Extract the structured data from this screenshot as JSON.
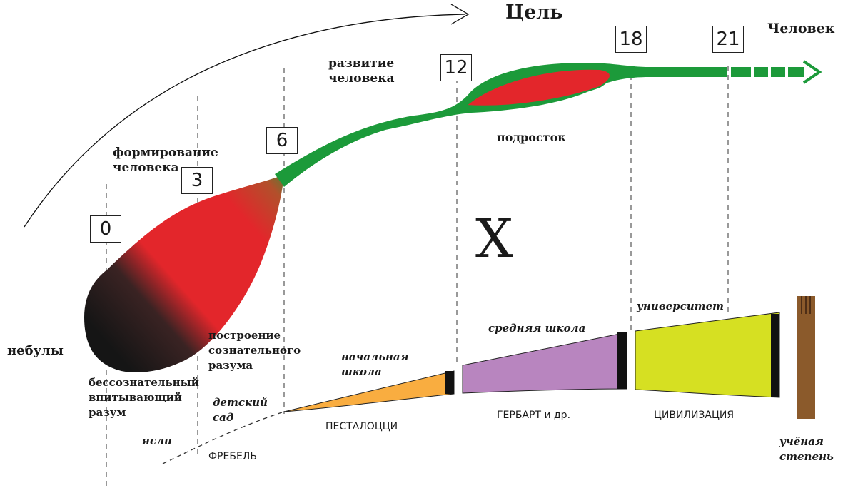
{
  "goal": "Цель",
  "human": "Человек",
  "stages": {
    "nebula": "небулы",
    "formation": [
      "формирование",
      "человека"
    ],
    "development": [
      "развитие",
      "человека"
    ],
    "teen": "подросток",
    "unconscious": [
      "бессознательный",
      "впитывающий",
      "разум"
    ],
    "conscious": [
      "построение",
      "сознательного",
      "разума"
    ]
  },
  "ages": [
    "0",
    "3",
    "6",
    "12",
    "18",
    "21"
  ],
  "schools": {
    "nursery": "ясли",
    "kindergarten": [
      "детский",
      "сад"
    ],
    "primary": [
      "начальная",
      "школа"
    ],
    "secondary": "средняя школа",
    "university": "университет",
    "degree": [
      "учёная",
      "степень"
    ]
  },
  "educators": {
    "froebel": "ФРЕБЕЛЬ",
    "pestalozzi": "ПЕСТАЛОЦЦИ",
    "herbart": "ГЕРБАРТ и др.",
    "civilization": "ЦИВИЛИЗАЦИЯ"
  },
  "center_mark": "X",
  "colors": {
    "green": "#1c9a3a",
    "red": "#e3262b",
    "dark": "#2a2a2a",
    "orange": "#f9ad40",
    "purple": "#b885bf",
    "yellow": "#d6e022",
    "brown": "#8b5a2b"
  }
}
